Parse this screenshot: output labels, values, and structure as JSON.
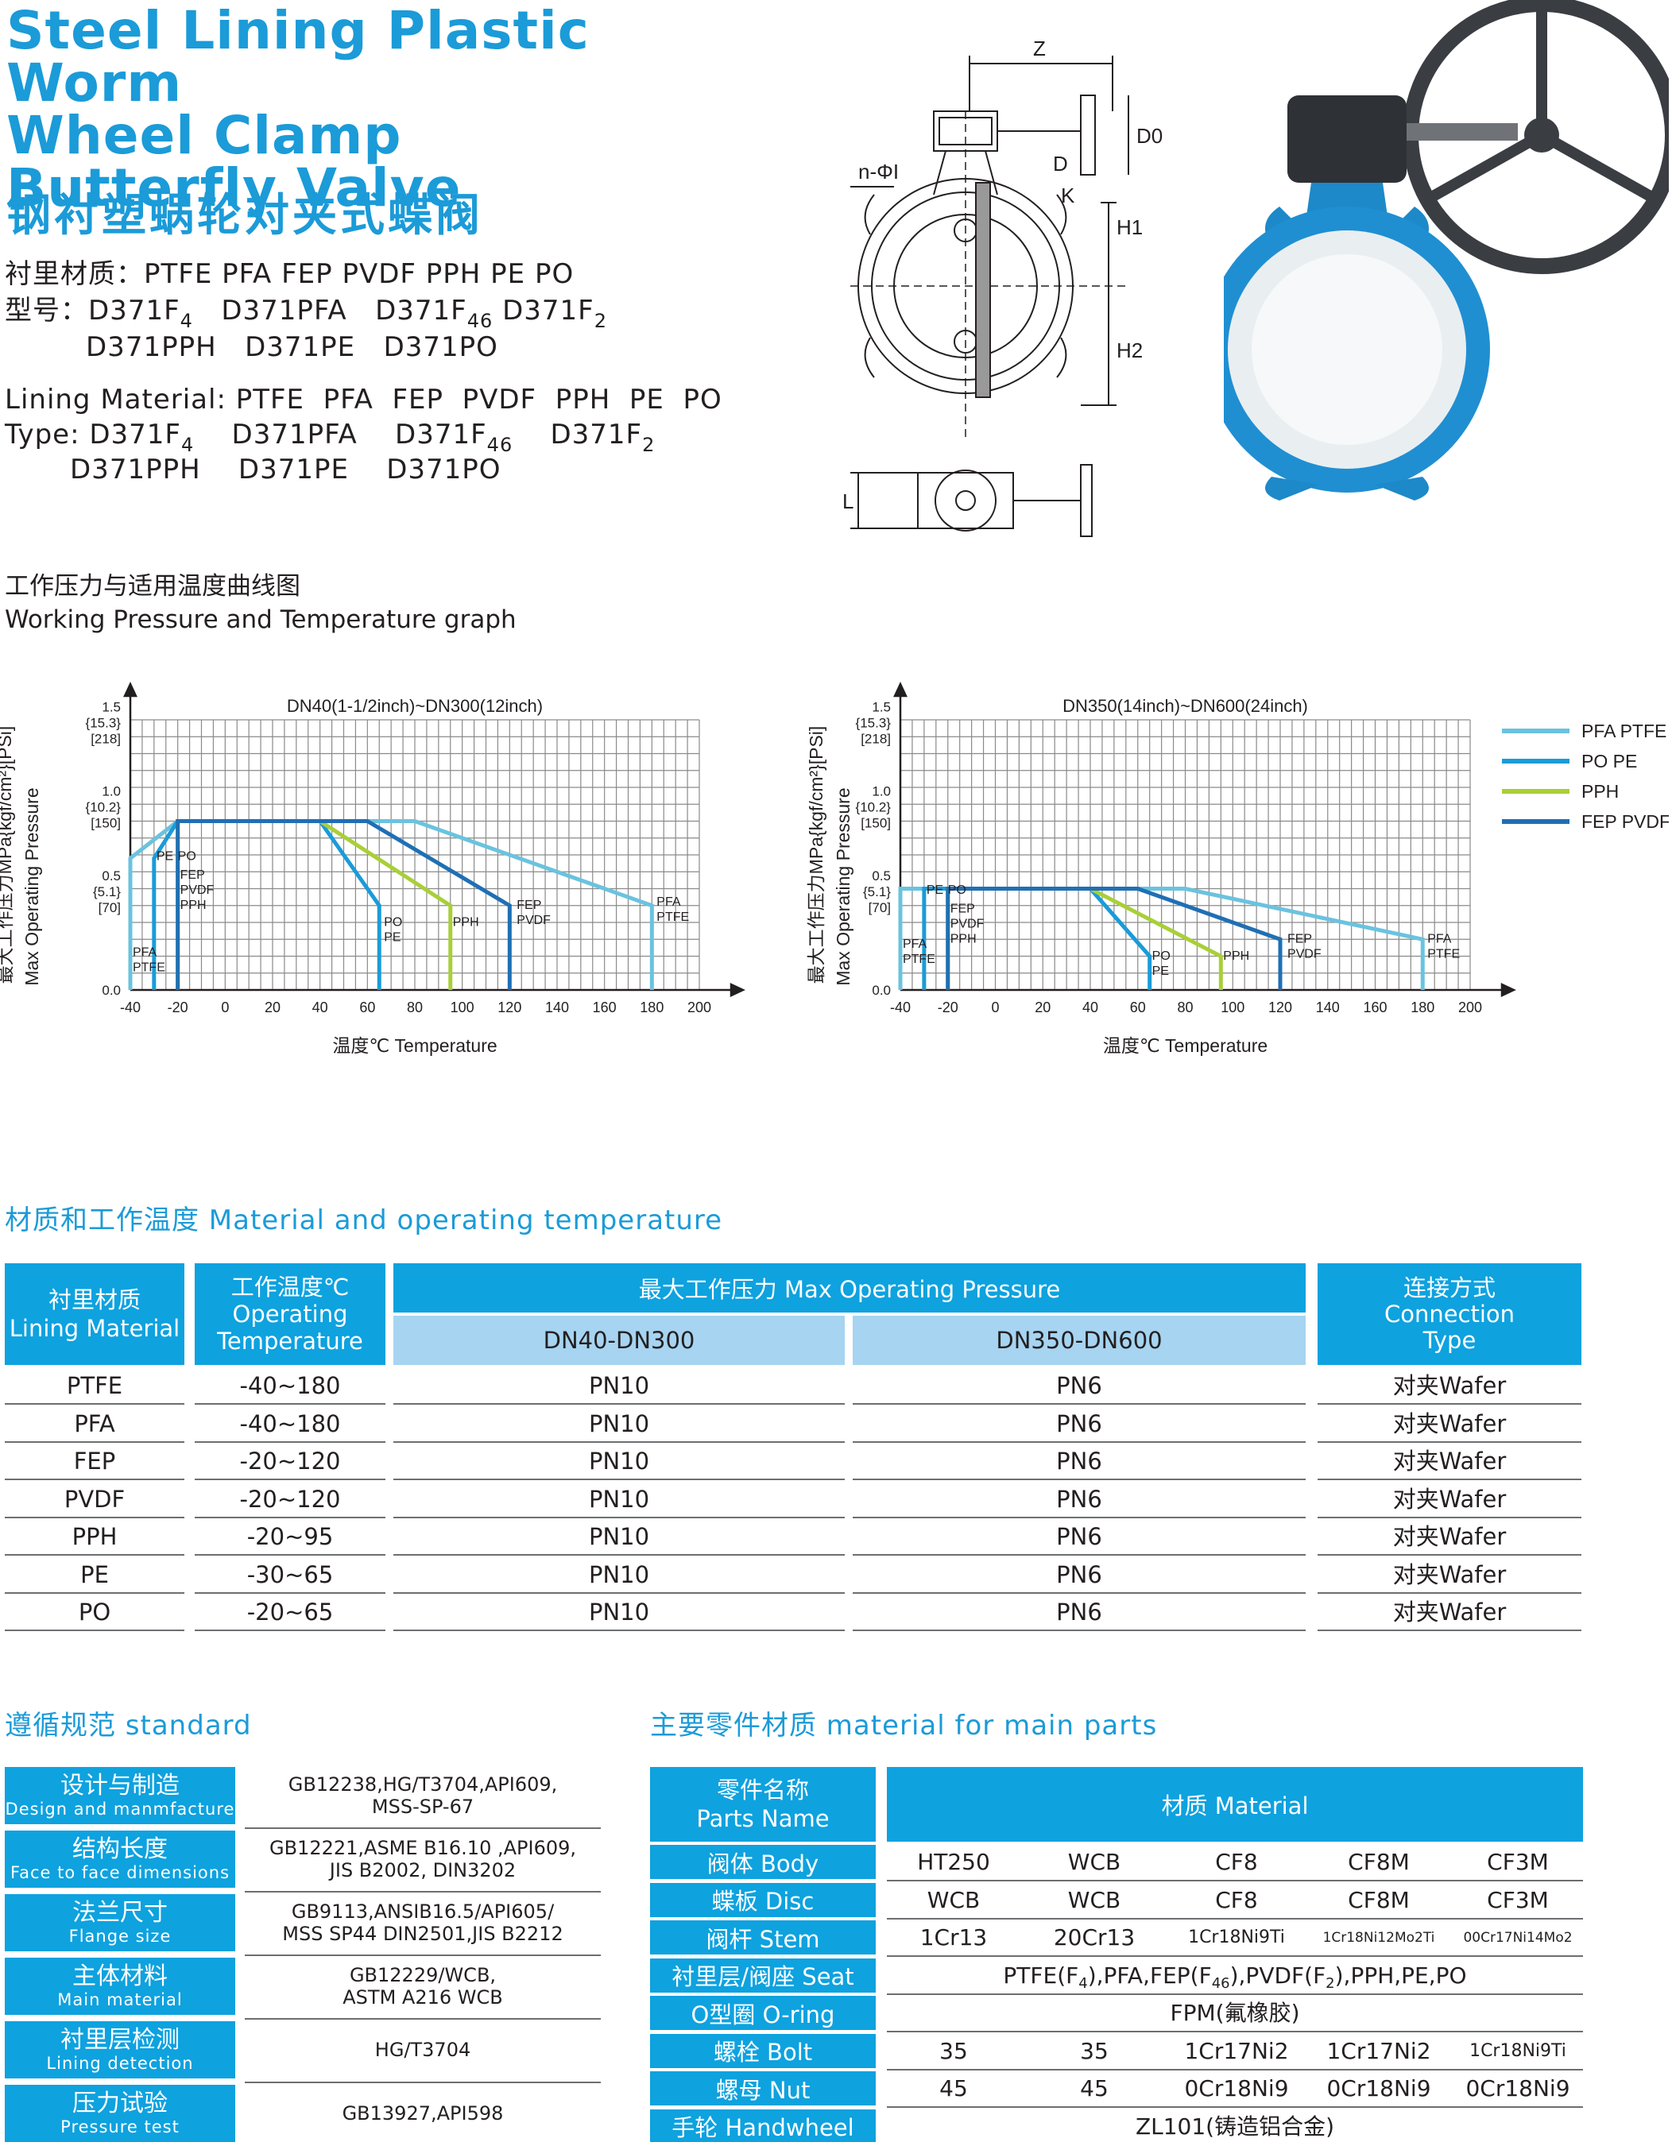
{
  "header": {
    "title_en_line1": "Steel Lining Plastic Worm",
    "title_en_line2": "Wheel Clamp",
    "title_en_line3": "Butterfly Valve",
    "title_zh": "钢衬塑蜗轮对夹式蝶阀",
    "lining_zh": "衬里材质：PTFE PFA FEP PVDF PPH PE PO",
    "type_zh_label": "型号：",
    "lining_en": "Lining Material: PTFE  PFA  FEP  PVDF  PPH  PE  PO",
    "type_en_label": "Type: ",
    "models": {
      "m1": "D371F",
      "m1_sub": "4",
      "m2": "D371PFA",
      "m3": "D371F",
      "m3_sub": "46",
      "m4": "D371F",
      "m4_sub": "2",
      "m5": "D371PPH",
      "m6": "D371PE",
      "m7": "D371PO"
    }
  },
  "drawing": {
    "labels": [
      "Z",
      "D0",
      "n-ΦI",
      "D",
      "K",
      "H1",
      "H2",
      "L"
    ]
  },
  "graph_section": {
    "title_zh": "工作压力与适用温度曲线图",
    "title_en": "Working Pressure and Temperature graph"
  },
  "chart_data": [
    {
      "type": "line",
      "title": "DN40(1-1/2inch)~DN300(12inch)",
      "xlabel": "温度℃  Temperature",
      "ylabel_zh": "最大工作压力MPa{kgf/cm²}[PSi]",
      "ylabel_en": "Max Operating Pressure",
      "xlim": [
        -40,
        200
      ],
      "ylim": [
        0,
        1.6
      ],
      "x_ticks": [
        "-40",
        "-20",
        "0",
        "20",
        "40",
        "60",
        "80",
        "100",
        "120",
        "140",
        "160",
        "180",
        "200"
      ],
      "y_ticks": [
        {
          "v": 0.0,
          "lines": [
            "0.0"
          ]
        },
        {
          "v": 0.5,
          "lines": [
            "0.5",
            "{5.1}",
            "[70]"
          ]
        },
        {
          "v": 1.0,
          "lines": [
            "1.0",
            "{10.2}",
            "[150]"
          ]
        },
        {
          "v": 1.5,
          "lines": [
            "1.5",
            "{15.3}",
            "[218]"
          ]
        }
      ],
      "series": [
        {
          "name": "PFA PTFE",
          "color": "#6ac3df",
          "x": [
            -40,
            -40,
            -20,
            80,
            180,
            180
          ],
          "y": [
            0,
            0.78,
            1.0,
            1.0,
            0.5,
            0
          ]
        },
        {
          "name": "PO PE",
          "color": "#1b9bd8",
          "x": [
            -30,
            -30,
            -20,
            40,
            65,
            65
          ],
          "y": [
            0,
            0.78,
            1.0,
            1.0,
            0.5,
            0
          ]
        },
        {
          "name": "PPH",
          "color": "#a9cf38",
          "x": [
            -20,
            -20,
            40,
            95,
            95
          ],
          "y": [
            0,
            1.0,
            1.0,
            0.5,
            0
          ]
        },
        {
          "name": "FEP PVDF",
          "color": "#1f6fb5",
          "x": [
            -20,
            -20,
            60,
            120,
            120
          ],
          "y": [
            0,
            1.0,
            1.0,
            0.5,
            0
          ]
        }
      ],
      "annotations": [
        {
          "x": -39,
          "y": 0.2,
          "lines": [
            "PFA",
            "PTFE"
          ]
        },
        {
          "x": -29,
          "y": 0.77,
          "lines": [
            "PE"
          ]
        },
        {
          "x": -20,
          "y": 0.77,
          "lines": [
            "PO"
          ]
        },
        {
          "x": -19,
          "y": 0.66,
          "lines": [
            "FEP",
            "PVDF",
            "PPH"
          ]
        },
        {
          "x": 67,
          "y": 0.38,
          "lines": [
            "PO",
            "PE"
          ]
        },
        {
          "x": 96,
          "y": 0.38,
          "lines": [
            "PPH"
          ]
        },
        {
          "x": 123,
          "y": 0.48,
          "lines": [
            "FEP",
            "PVDF"
          ]
        },
        {
          "x": 182,
          "y": 0.5,
          "lines": [
            "PFA",
            "PTFE"
          ]
        }
      ]
    },
    {
      "type": "line",
      "title": "DN350(14inch)~DN600(24inch)",
      "xlabel": "温度℃  Temperature",
      "ylabel_zh": "最大工作压力MPa{kgf/cm²}[PSi]",
      "ylabel_en": "Max Operating Pressure",
      "xlim": [
        -40,
        200
      ],
      "ylim": [
        0,
        1.6
      ],
      "x_ticks": [
        "-40",
        "-20",
        "0",
        "20",
        "40",
        "60",
        "80",
        "100",
        "120",
        "140",
        "160",
        "180",
        "200"
      ],
      "y_ticks": [
        {
          "v": 0.0,
          "lines": [
            "0.0"
          ]
        },
        {
          "v": 0.5,
          "lines": [
            "0.5",
            "{5.1}",
            "[70]"
          ]
        },
        {
          "v": 1.0,
          "lines": [
            "1.0",
            "{10.2}",
            "[150]"
          ]
        },
        {
          "v": 1.5,
          "lines": [
            "1.5",
            "{15.3}",
            "[218]"
          ]
        }
      ],
      "series": [
        {
          "name": "PFA PTFE",
          "color": "#6ac3df",
          "x": [
            -40,
            -40,
            80,
            180,
            180
          ],
          "y": [
            0,
            0.6,
            0.6,
            0.3,
            0
          ]
        },
        {
          "name": "PO PE",
          "color": "#1b9bd8",
          "x": [
            -30,
            -30,
            40,
            65,
            65
          ],
          "y": [
            0,
            0.6,
            0.6,
            0.2,
            0
          ]
        },
        {
          "name": "PPH",
          "color": "#a9cf38",
          "x": [
            -20,
            -20,
            40,
            95,
            95
          ],
          "y": [
            0,
            0.6,
            0.6,
            0.2,
            0
          ]
        },
        {
          "name": "FEP PVDF",
          "color": "#1f6fb5",
          "x": [
            -20,
            -20,
            60,
            120,
            120
          ],
          "y": [
            0,
            0.6,
            0.6,
            0.3,
            0
          ]
        }
      ],
      "annotations": [
        {
          "x": -39,
          "y": 0.25,
          "lines": [
            "PFA",
            "PTFE"
          ]
        },
        {
          "x": -29,
          "y": 0.57,
          "lines": [
            "PE"
          ]
        },
        {
          "x": -20,
          "y": 0.57,
          "lines": [
            "PO"
          ]
        },
        {
          "x": -19,
          "y": 0.46,
          "lines": [
            "FEP",
            "PVDF",
            "PPH"
          ]
        },
        {
          "x": 66,
          "y": 0.18,
          "lines": [
            "PO",
            "PE"
          ]
        },
        {
          "x": 96,
          "y": 0.18,
          "lines": [
            "PPH"
          ]
        },
        {
          "x": 123,
          "y": 0.28,
          "lines": [
            "FEP",
            "PVDF"
          ]
        },
        {
          "x": 182,
          "y": 0.28,
          "lines": [
            "PFA",
            "PTFE"
          ]
        }
      ]
    }
  ],
  "material_section": {
    "title": "材质和工作温度  Material and operating temperature",
    "head": {
      "lining_zh": "衬里材质",
      "lining_en": "Lining Material",
      "temp_zh": "工作温度℃",
      "temp_en1": "Operating",
      "temp_en2": "Temperature",
      "pressure": "最大工作压力 Max Operating Pressure",
      "dn1": "DN40-DN300",
      "dn2": "DN350-DN600",
      "conn_zh": "连接方式",
      "conn_en1": "Connection",
      "conn_en2": "Type"
    },
    "rows": [
      [
        "PTFE",
        "-40~180",
        "PN10",
        "PN6",
        "对夹Wafer"
      ],
      [
        "PFA",
        "-40~180",
        "PN10",
        "PN6",
        "对夹Wafer"
      ],
      [
        "FEP",
        "-20~120",
        "PN10",
        "PN6",
        "对夹Wafer"
      ],
      [
        "PVDF",
        "-20~120",
        "PN10",
        "PN6",
        "对夹Wafer"
      ],
      [
        "PPH",
        "-20~95",
        "PN10",
        "PN6",
        "对夹Wafer"
      ],
      [
        "PE",
        "-30~65",
        "PN10",
        "PN6",
        "对夹Wafer"
      ],
      [
        "PO",
        "-20~65",
        "PN10",
        "PN6",
        "对夹Wafer"
      ]
    ]
  },
  "standard_section": {
    "title": "遵循规范  standard",
    "rows": [
      {
        "zh": "设计与制造",
        "en": "Design and manmfacture",
        "l1": "GB12238,HG/T3704,API609,",
        "l2": "MSS-SP-67"
      },
      {
        "zh": "结构长度",
        "en": "Face to face dimensions",
        "l1": "GB12221,ASME B16.10 ,API609,",
        "l2": "JIS B2002, DIN3202"
      },
      {
        "zh": "法兰尺寸",
        "en": "Flange size",
        "l1": "GB9113,ANSIB16.5/API605/",
        "l2": "MSS SP44 DIN2501,JIS B2212"
      },
      {
        "zh": "主体材料",
        "en": "Main material",
        "l1": "GB12229/WCB,",
        "l2": "ASTM A216  WCB"
      },
      {
        "zh": "衬里层检测",
        "en": "Lining detection",
        "l1": "HG/T3704",
        "l2": ""
      },
      {
        "zh": "压力试验",
        "en": "Pressure test",
        "l1": "GB13927,API598",
        "l2": ""
      }
    ]
  },
  "parts_section": {
    "title": "主要零件材质  material for main parts",
    "head_zh": "零件名称",
    "head_en": "Parts Name",
    "head_material": "材质 Material",
    "body": {
      "label": "阀体 Body",
      "vals": [
        "HT250",
        "WCB",
        "CF8",
        "CF8M",
        "CF3M"
      ]
    },
    "disc": {
      "label": "蝶板 Disc",
      "vals": [
        "WCB",
        "WCB",
        "CF8",
        "CF8M",
        "CF3M"
      ]
    },
    "stem": {
      "label": "阀杆 Stem",
      "vals": [
        "1Cr13",
        "20Cr13",
        "1Cr18Ni9Ti",
        "1Cr18Ni12Mo2Ti",
        "00Cr17Ni14Mo2"
      ]
    },
    "seat": {
      "label": "衬里层/阀座 Seat",
      "p1": "PTFE(F",
      "s1": "4",
      "p2": "),PFA,FEP(F",
      "s2": "46",
      "p3": "),PVDF(F",
      "s3": "2",
      "p4": "),PPH,PE,PO"
    },
    "oring": {
      "label": "O型圈 O-ring",
      "val": "FPM(氟橡胶)"
    },
    "bolt": {
      "label": "螺栓 Bolt",
      "vals": [
        "35",
        "35",
        "1Cr17Ni2",
        "1Cr17Ni2",
        "1Cr18Ni9Ti"
      ]
    },
    "nut": {
      "label": "螺母 Nut",
      "vals": [
        "45",
        "45",
        "0Cr18Ni9",
        "0Cr18Ni9",
        "0Cr18Ni9"
      ]
    },
    "handwheel": {
      "label": "手轮 Handwheel",
      "val": "ZL101(铸造铝合金)"
    }
  },
  "colors": {
    "accent": "#0ea2df",
    "title": "#1b9bd8",
    "light": "#a6d4f1"
  }
}
